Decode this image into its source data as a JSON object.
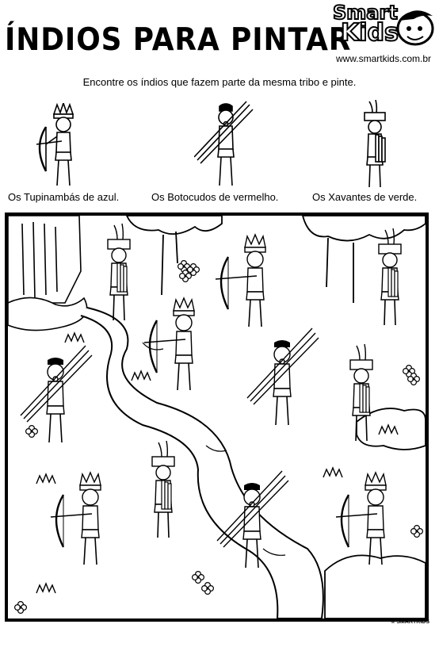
{
  "header": {
    "title": "ÍNDIOS PARA PINTAR",
    "logo_line1": "Smart",
    "logo_line2": "Kids",
    "website": "www.smartkids.com.br"
  },
  "instruction": "Encontre os índios que fazem parte da mesma tribo e pinte.",
  "legend": [
    {
      "label": "Os Tupinambás de azul.",
      "tribe": "tupinamba",
      "item": "bow"
    },
    {
      "label": "Os Botocudos de vermelho.",
      "tribe": "botocudo",
      "item": "spears"
    },
    {
      "label": "Os Xavantes de verde.",
      "tribe": "xavante",
      "item": "flute"
    }
  ],
  "footer": {
    "copyright": "© SMARTKIDS"
  }
}
